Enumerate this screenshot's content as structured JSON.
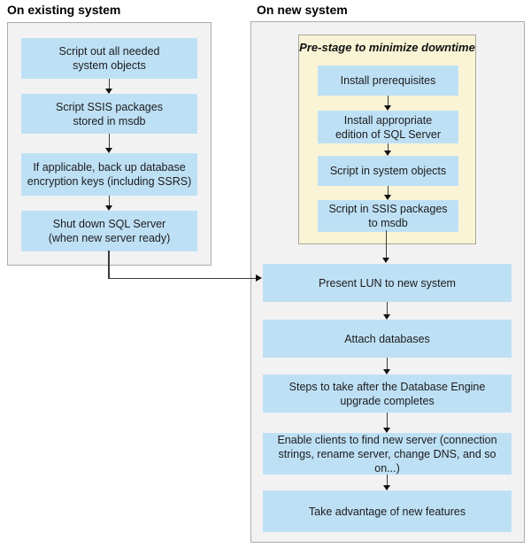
{
  "colors": {
    "box_blue": "#BEE0F5",
    "panel_bg": "#F2F2F3",
    "panel_border": "#ABABAB",
    "prestage_bg": "#FAF4D6",
    "prestage_border": "#A6A69C",
    "arrow": "#3a3a3a"
  },
  "left_panel": {
    "title": "On existing system",
    "steps": [
      "Script out all needed\nsystem objects",
      "Script SSIS packages\nstored in msdb",
      "If applicable, back up database\nencryption keys (including SSRS)",
      "Shut down SQL Server\n(when new server ready)"
    ]
  },
  "right_panel": {
    "title": "On new system",
    "prestage": {
      "title": "Pre-stage to minimize downtime",
      "steps": [
        "Install prerequisites",
        "Install appropriate\nedition of SQL Server",
        "Script in system objects",
        "Script in SSIS packages\nto msdb"
      ]
    },
    "steps": [
      "Present LUN to new system",
      "Attach databases",
      "Steps to take after the Database Engine\nupgrade completes",
      "Enable clients to find new server (connection\nstrings, rename server, change DNS, and so on...)",
      "Take advantage of new features"
    ]
  }
}
